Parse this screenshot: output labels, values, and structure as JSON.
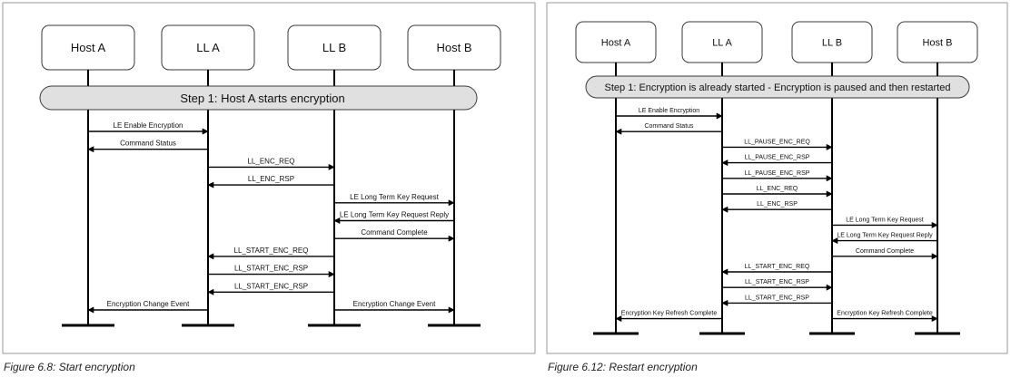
{
  "figures": [
    {
      "participants": [
        "Host A",
        "LL A",
        "LL B",
        "Host B"
      ],
      "banner": "Step 1: Host A starts encryption",
      "messages": [
        {
          "from": 0,
          "to": 1,
          "label": "LE Enable Encryption"
        },
        {
          "from": 1,
          "to": 0,
          "label": "Command Status"
        },
        {
          "from": 1,
          "to": 2,
          "label": "LL_ENC_REQ"
        },
        {
          "from": 2,
          "to": 1,
          "label": "LL_ENC_RSP"
        },
        {
          "from": 2,
          "to": 3,
          "label": "LE Long Term Key Request"
        },
        {
          "from": 3,
          "to": 2,
          "label": "LE Long Term Key Request Reply"
        },
        {
          "from": 2,
          "to": 3,
          "label": "Command Complete"
        },
        {
          "from": 2,
          "to": 1,
          "label": "LL_START_ENC_REQ"
        },
        {
          "from": 1,
          "to": 2,
          "label": "LL_START_ENC_RSP"
        },
        {
          "from": 2,
          "to": 1,
          "label": "LL_START_ENC_RSP"
        },
        {
          "from": 1,
          "to": 0,
          "label": "Encryption Change Event"
        },
        {
          "from": 2,
          "to": 3,
          "label": "Encryption Change Event",
          "same_row": true
        }
      ],
      "caption": "Figure 6.8:  Start encryption"
    },
    {
      "participants": [
        "Host A",
        "LL A",
        "LL B",
        "Host B"
      ],
      "banner": "Step 1: Encryption is already started - Encryption is paused and then restarted",
      "messages": [
        {
          "from": 0,
          "to": 1,
          "label": "LE Enable Encryption"
        },
        {
          "from": 1,
          "to": 0,
          "label": "Command Status"
        },
        {
          "from": 1,
          "to": 2,
          "label": "LL_PAUSE_ENC_REQ"
        },
        {
          "from": 2,
          "to": 1,
          "label": "LL_PAUSE_ENC_RSP"
        },
        {
          "from": 1,
          "to": 2,
          "label": "LL_PAUSE_ENC_RSP"
        },
        {
          "from": 1,
          "to": 2,
          "label": "LL_ENC_REQ"
        },
        {
          "from": 2,
          "to": 1,
          "label": "LL_ENC_RSP"
        },
        {
          "from": 2,
          "to": 3,
          "label": "LE Long Term Key Request"
        },
        {
          "from": 3,
          "to": 2,
          "label": "LE Long Term Key Request Reply"
        },
        {
          "from": 2,
          "to": 3,
          "label": "Command Complete"
        },
        {
          "from": 2,
          "to": 1,
          "label": "LL_START_ENC_REQ"
        },
        {
          "from": 1,
          "to": 2,
          "label": "LL_START_ENC_RSP"
        },
        {
          "from": 2,
          "to": 1,
          "label": "LL_START_ENC_RSP"
        },
        {
          "from": 1,
          "to": 0,
          "label": "Encryption Key Refresh Complete"
        },
        {
          "from": 2,
          "to": 3,
          "label": "Encryption Key Refresh Complete",
          "same_row": true
        }
      ],
      "caption": "Figure 6.12:  Restart encryption"
    }
  ]
}
